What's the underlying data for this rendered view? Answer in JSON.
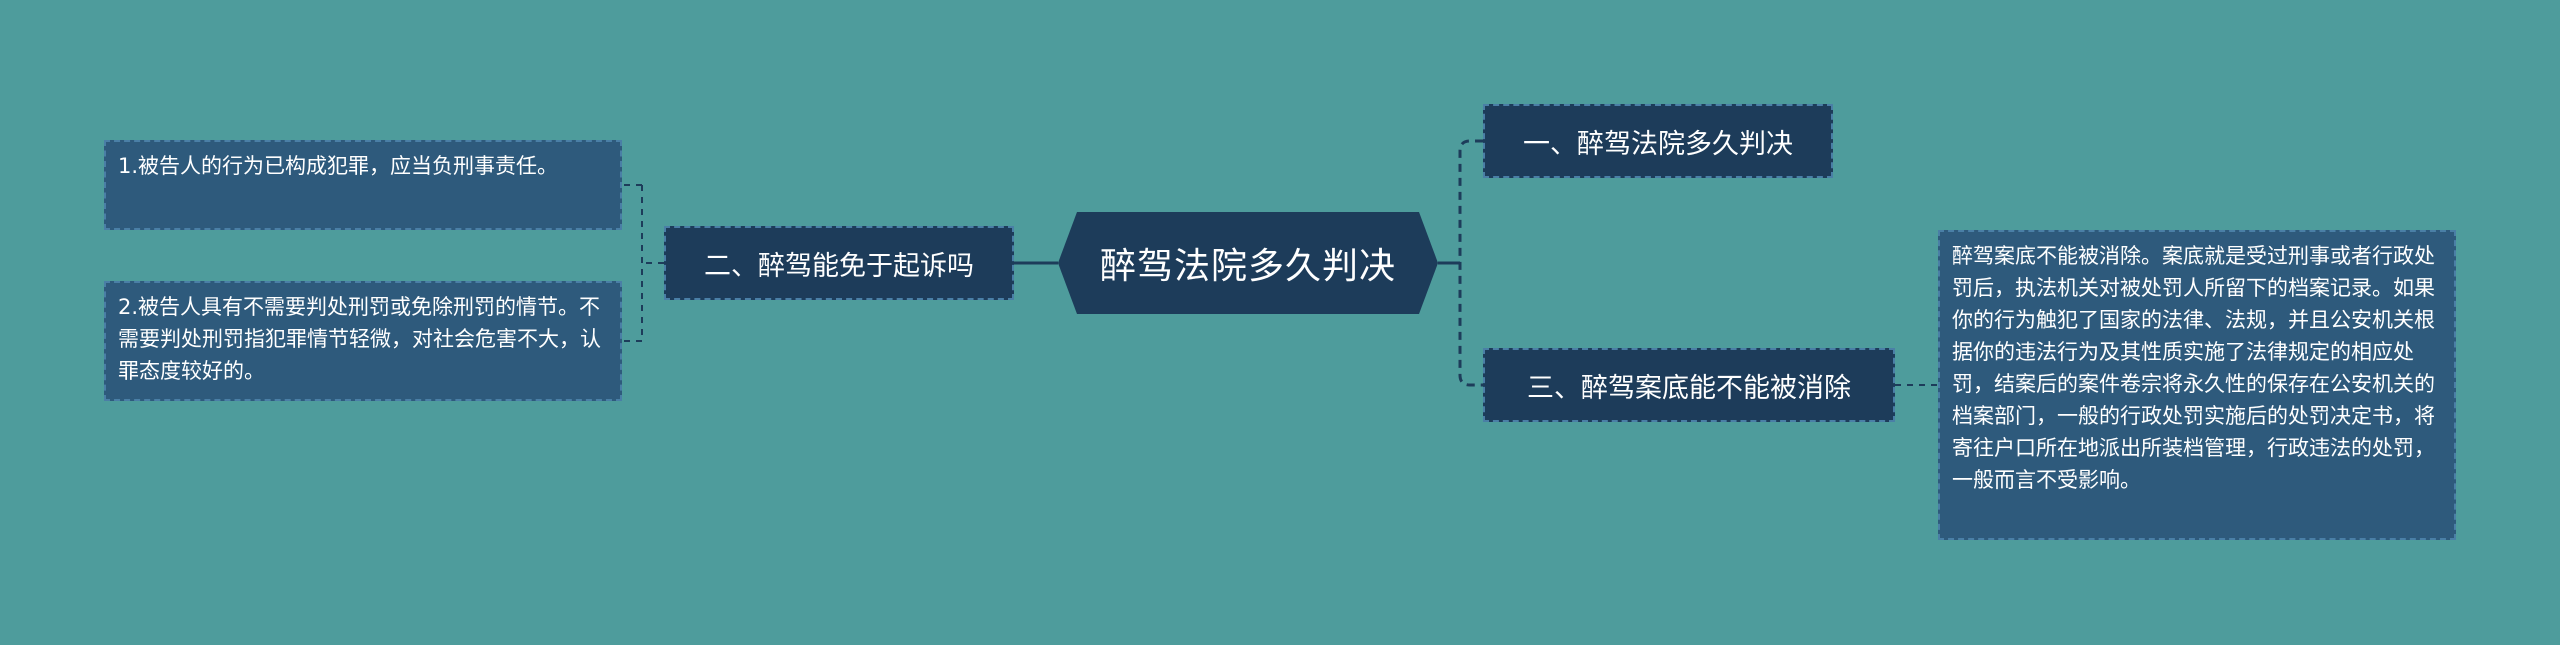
{
  "center": {
    "title": "醉驾法院多久判决"
  },
  "branches": [
    {
      "label": "一、醉驾法院多久判决"
    },
    {
      "label": "二、醉驾能免于起诉吗"
    },
    {
      "label": "三、醉驾案底能不能被消除"
    }
  ],
  "leaves": [
    {
      "text": "1.被告人的行为已构成犯罪，应当负刑事责任。"
    },
    {
      "text": "2.被告人具有不需要判处刑罚或免除刑罚的情节。不需要判处刑罚指犯罪情节轻微，对社会危害不大，认罪态度较好的。"
    },
    {
      "text": "醉驾案底不能被消除。案底就是受过刑事或者行政处罚后，执法机关对被处罚人所留下的档案记录。如果你的行为触犯了国家的法律、法规，并且公安机关根据你的违法行为及其性质实施了法律规定的相应处罚，结案后的案件卷宗将永久性的保存在公安机关的档案部门，一般的行政处罚实施后的处罚决定书，将寄往户口所在地派出所装档管理，行政违法的处罚，一般而言不受影响。"
    }
  ]
}
